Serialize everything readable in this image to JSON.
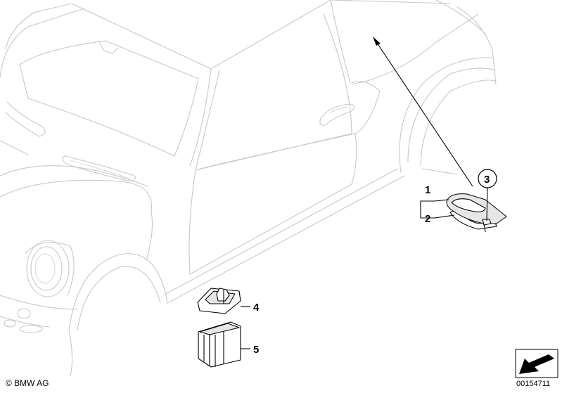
{
  "diagram": {
    "callouts": [
      {
        "id": "1",
        "label": "1"
      },
      {
        "id": "2",
        "label": "2"
      },
      {
        "id": "3",
        "label": "3"
      },
      {
        "id": "4",
        "label": "4"
      },
      {
        "id": "5",
        "label": "5"
      }
    ],
    "copyright": "© BMW AG",
    "drawing_number": "00154711"
  }
}
